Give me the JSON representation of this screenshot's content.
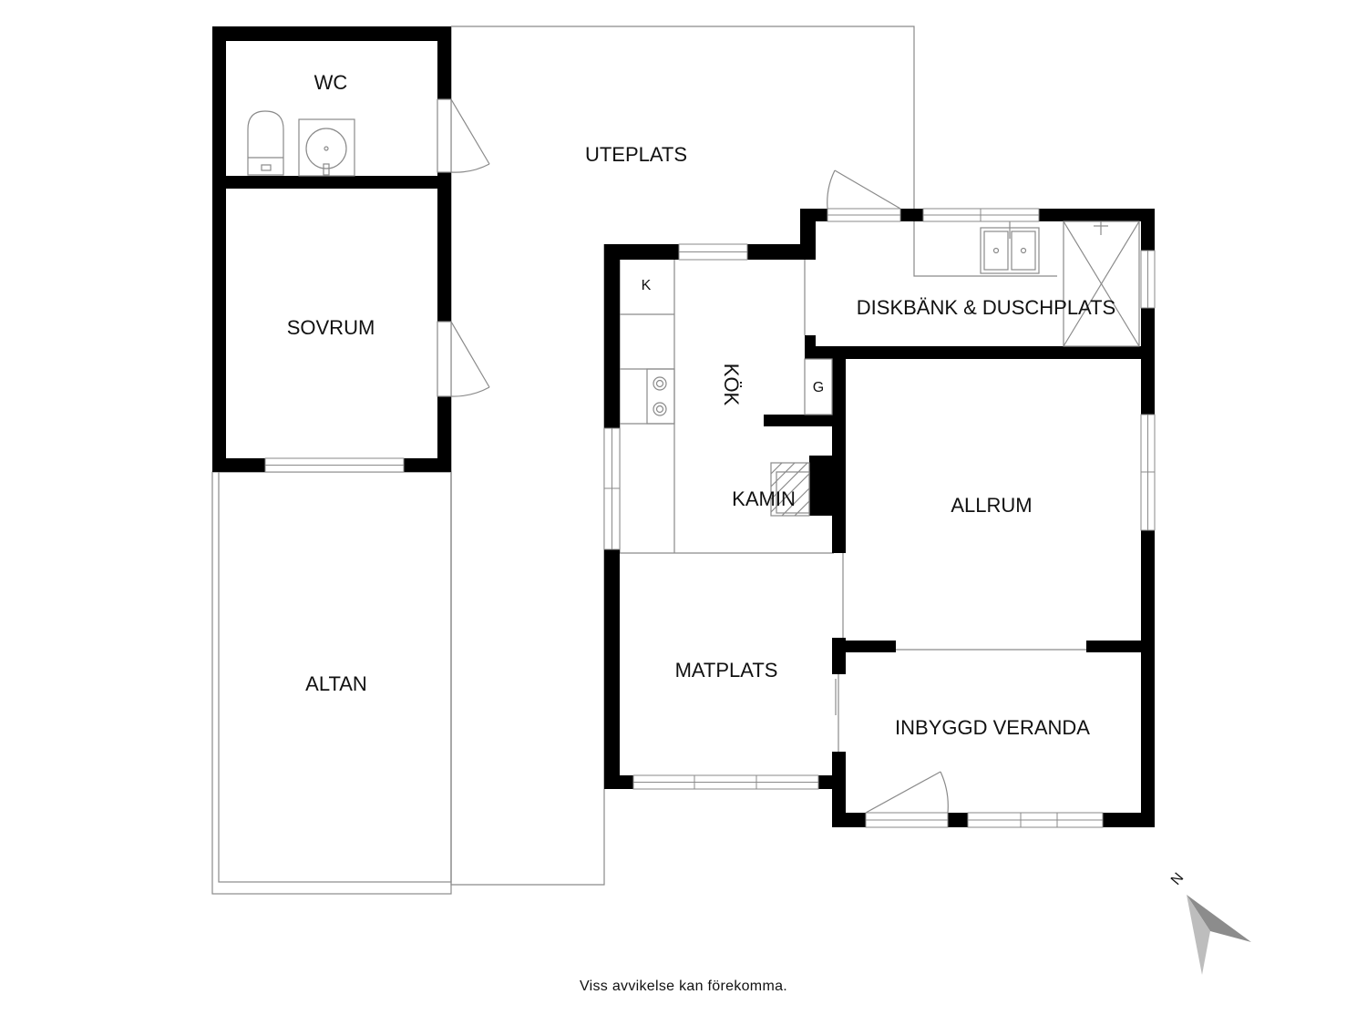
{
  "rooms": {
    "wc": "WC",
    "sovrum": "SOVRUM",
    "uteplats": "UTEPLATS",
    "altan": "ALTAN",
    "kok": "KÖK",
    "kamin": "KAMIN",
    "diskbank": "DISKBÄNK & DUSCHPLATS",
    "allrum": "ALLRUM",
    "matplats": "MATPLATS",
    "veranda": "INBYGGD VERANDA"
  },
  "fixtures": {
    "fridge": "K",
    "g": "G"
  },
  "compass": {
    "north_label": "N"
  },
  "disclaimer": "Viss avvikelse kan förekomma.",
  "colors": {
    "wall": "#000000",
    "line": "#8a8a8a",
    "background": "#ffffff"
  }
}
